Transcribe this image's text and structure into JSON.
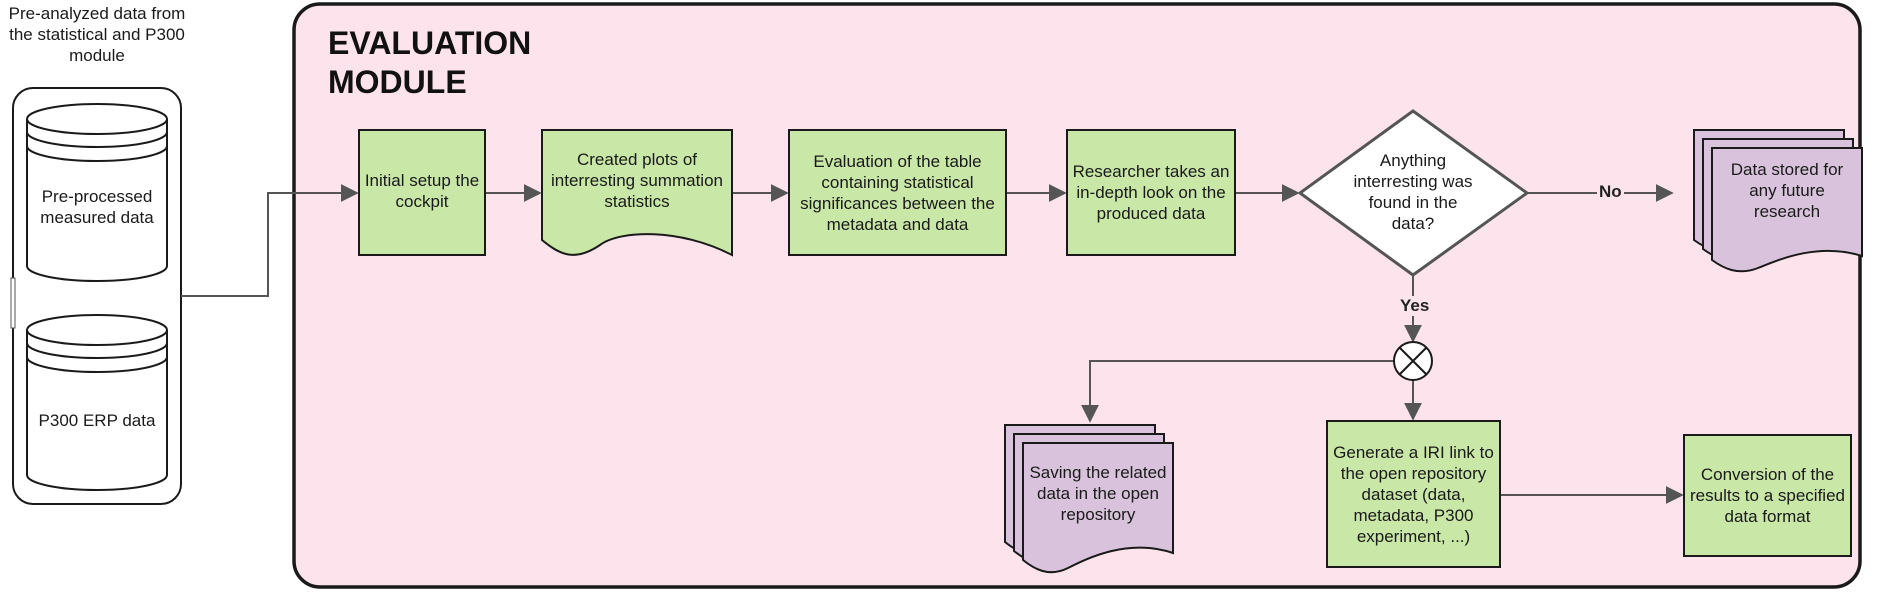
{
  "colors": {
    "module_fill": "#fde4ec",
    "process_fill": "#c9e7a7",
    "storage_fill": "#d9c3dc",
    "stroke": "#1a1a1a",
    "connector": "#555555"
  },
  "input": {
    "caption": "Pre-analyzed data from the statistical and P300 module",
    "db1": "Pre-processed measured data",
    "db2": "P300 ERP data"
  },
  "module": {
    "title": "EVALUATION MODULE"
  },
  "nodes": {
    "setup": "Initial setup the cockpit",
    "plots": "Created plots of interresting summation statistics",
    "evaluation": "Evaluation of the table containing statistical significances between the metadata and data",
    "researcher": "Researcher takes an in-depth look on the produced data",
    "decision": "Anything interresting was found in the data?",
    "stored": "Data stored for any future research",
    "saving": "Saving the related data in the open repository",
    "iri": "Generate a IRI link to the open repository dataset (data, metadata, P300 experiment, ...)",
    "conversion": "Conversion of the results to a specified data format"
  },
  "edges": {
    "no": "No",
    "yes": "Yes"
  }
}
